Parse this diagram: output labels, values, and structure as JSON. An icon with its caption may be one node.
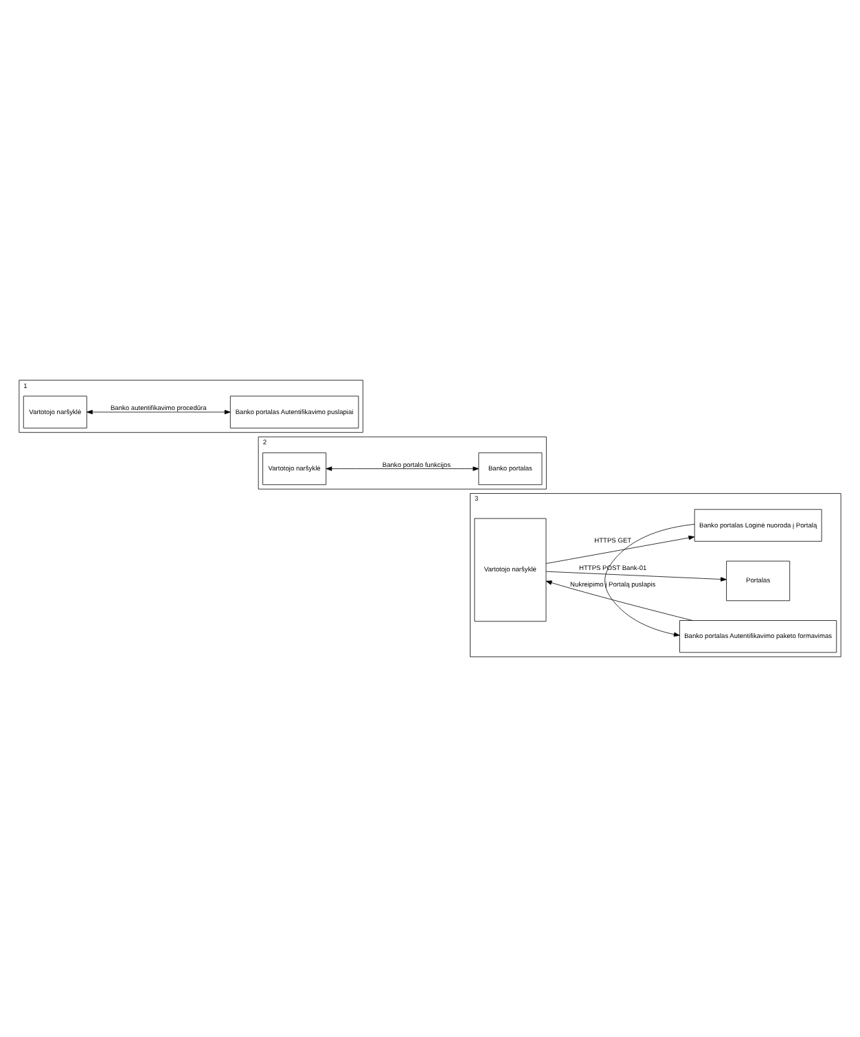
{
  "diagram": {
    "nodes": [
      {
        "text": [
          "1"
        ]
      },
      {
        "text": [
          "Vartotojo naršyklė"
        ],
        "in": 0
      },
      {
        "text": [
          "Banko portalas Autentifikavimo puslapiai"
        ],
        "in": 0
      },
      {
        "text": [
          "2"
        ]
      },
      {
        "text": [
          "Vartotojo naršyklė"
        ],
        "in": 3
      },
      {
        "text": [
          "Banko portalas"
        ],
        "in": 3
      },
      {
        "text": [
          "3"
        ]
      },
      {
        "text": [
          "Vartotojo naršyklė"
        ],
        "in": 6
      },
      {
        "text": [
          "Banko portalas Loginė nuoroda į Portalą"
        ],
        "in": 6
      },
      {
        "text": [
          "Banko portalas Autentifikavimo paketo formavimas"
        ],
        "in": 6
      },
      {
        "text": [
          "Portalas"
        ],
        "in": 6
      }
    ],
    "edges": [
      {
        "from": 1,
        "to": 2,
        "arrow": "both",
        "label": "Banko autentifikavimo procedūra"
      },
      {
        "from": 4,
        "to": 5,
        "arrow": "both",
        "label": "Banko portalo funkcijos"
      },
      {
        "from": 7,
        "to": 8,
        "arrow": "to",
        "label": "HTTPS GET"
      },
      {
        "from": 8,
        "to": 9,
        "arrow": "to"
      },
      {
        "from": 9,
        "to": 7,
        "arrow": "to",
        "label": "Nukreipimo į Portalą puslapis"
      },
      {
        "from": 7,
        "to": 10,
        "arrow": "to",
        "label": "HTTPS POST Bank-01"
      }
    ]
  }
}
